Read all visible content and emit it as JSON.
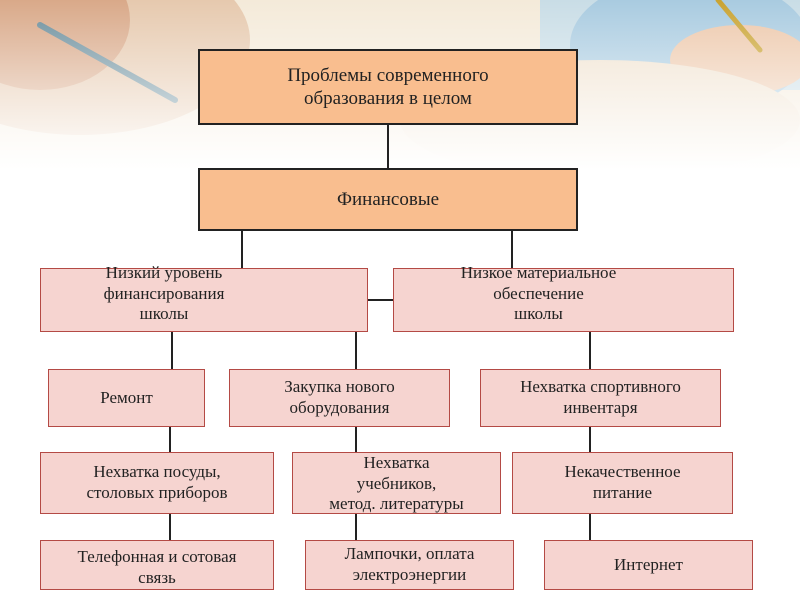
{
  "diagram": {
    "root": "Проблемы современного\nобразования в целом",
    "category": "Финансовые",
    "level1": [
      "Низкий уровень\nфинансирования\nшколы",
      "Низкое материальное\nобеспечение\nшколы"
    ],
    "columns": [
      [
        "Ремонт",
        "Нехватка посуды,\nстоловых приборов",
        "Телефонная и сотовая\nсвязь"
      ],
      [
        "Закупка нового\nоборудования",
        "Нехватка\nучебников,\nметод. литературы",
        "Лампочки, оплата\nэлектроэнергии"
      ],
      [
        "Нехватка спортивного\nинвентаря",
        "Некачественное\nпитание",
        "Интернет"
      ]
    ]
  },
  "colors": {
    "orange_fill": "#f9be8f",
    "pink_fill": "#f6d4d0",
    "pink_border": "#b44a45",
    "connector": "#222222"
  }
}
